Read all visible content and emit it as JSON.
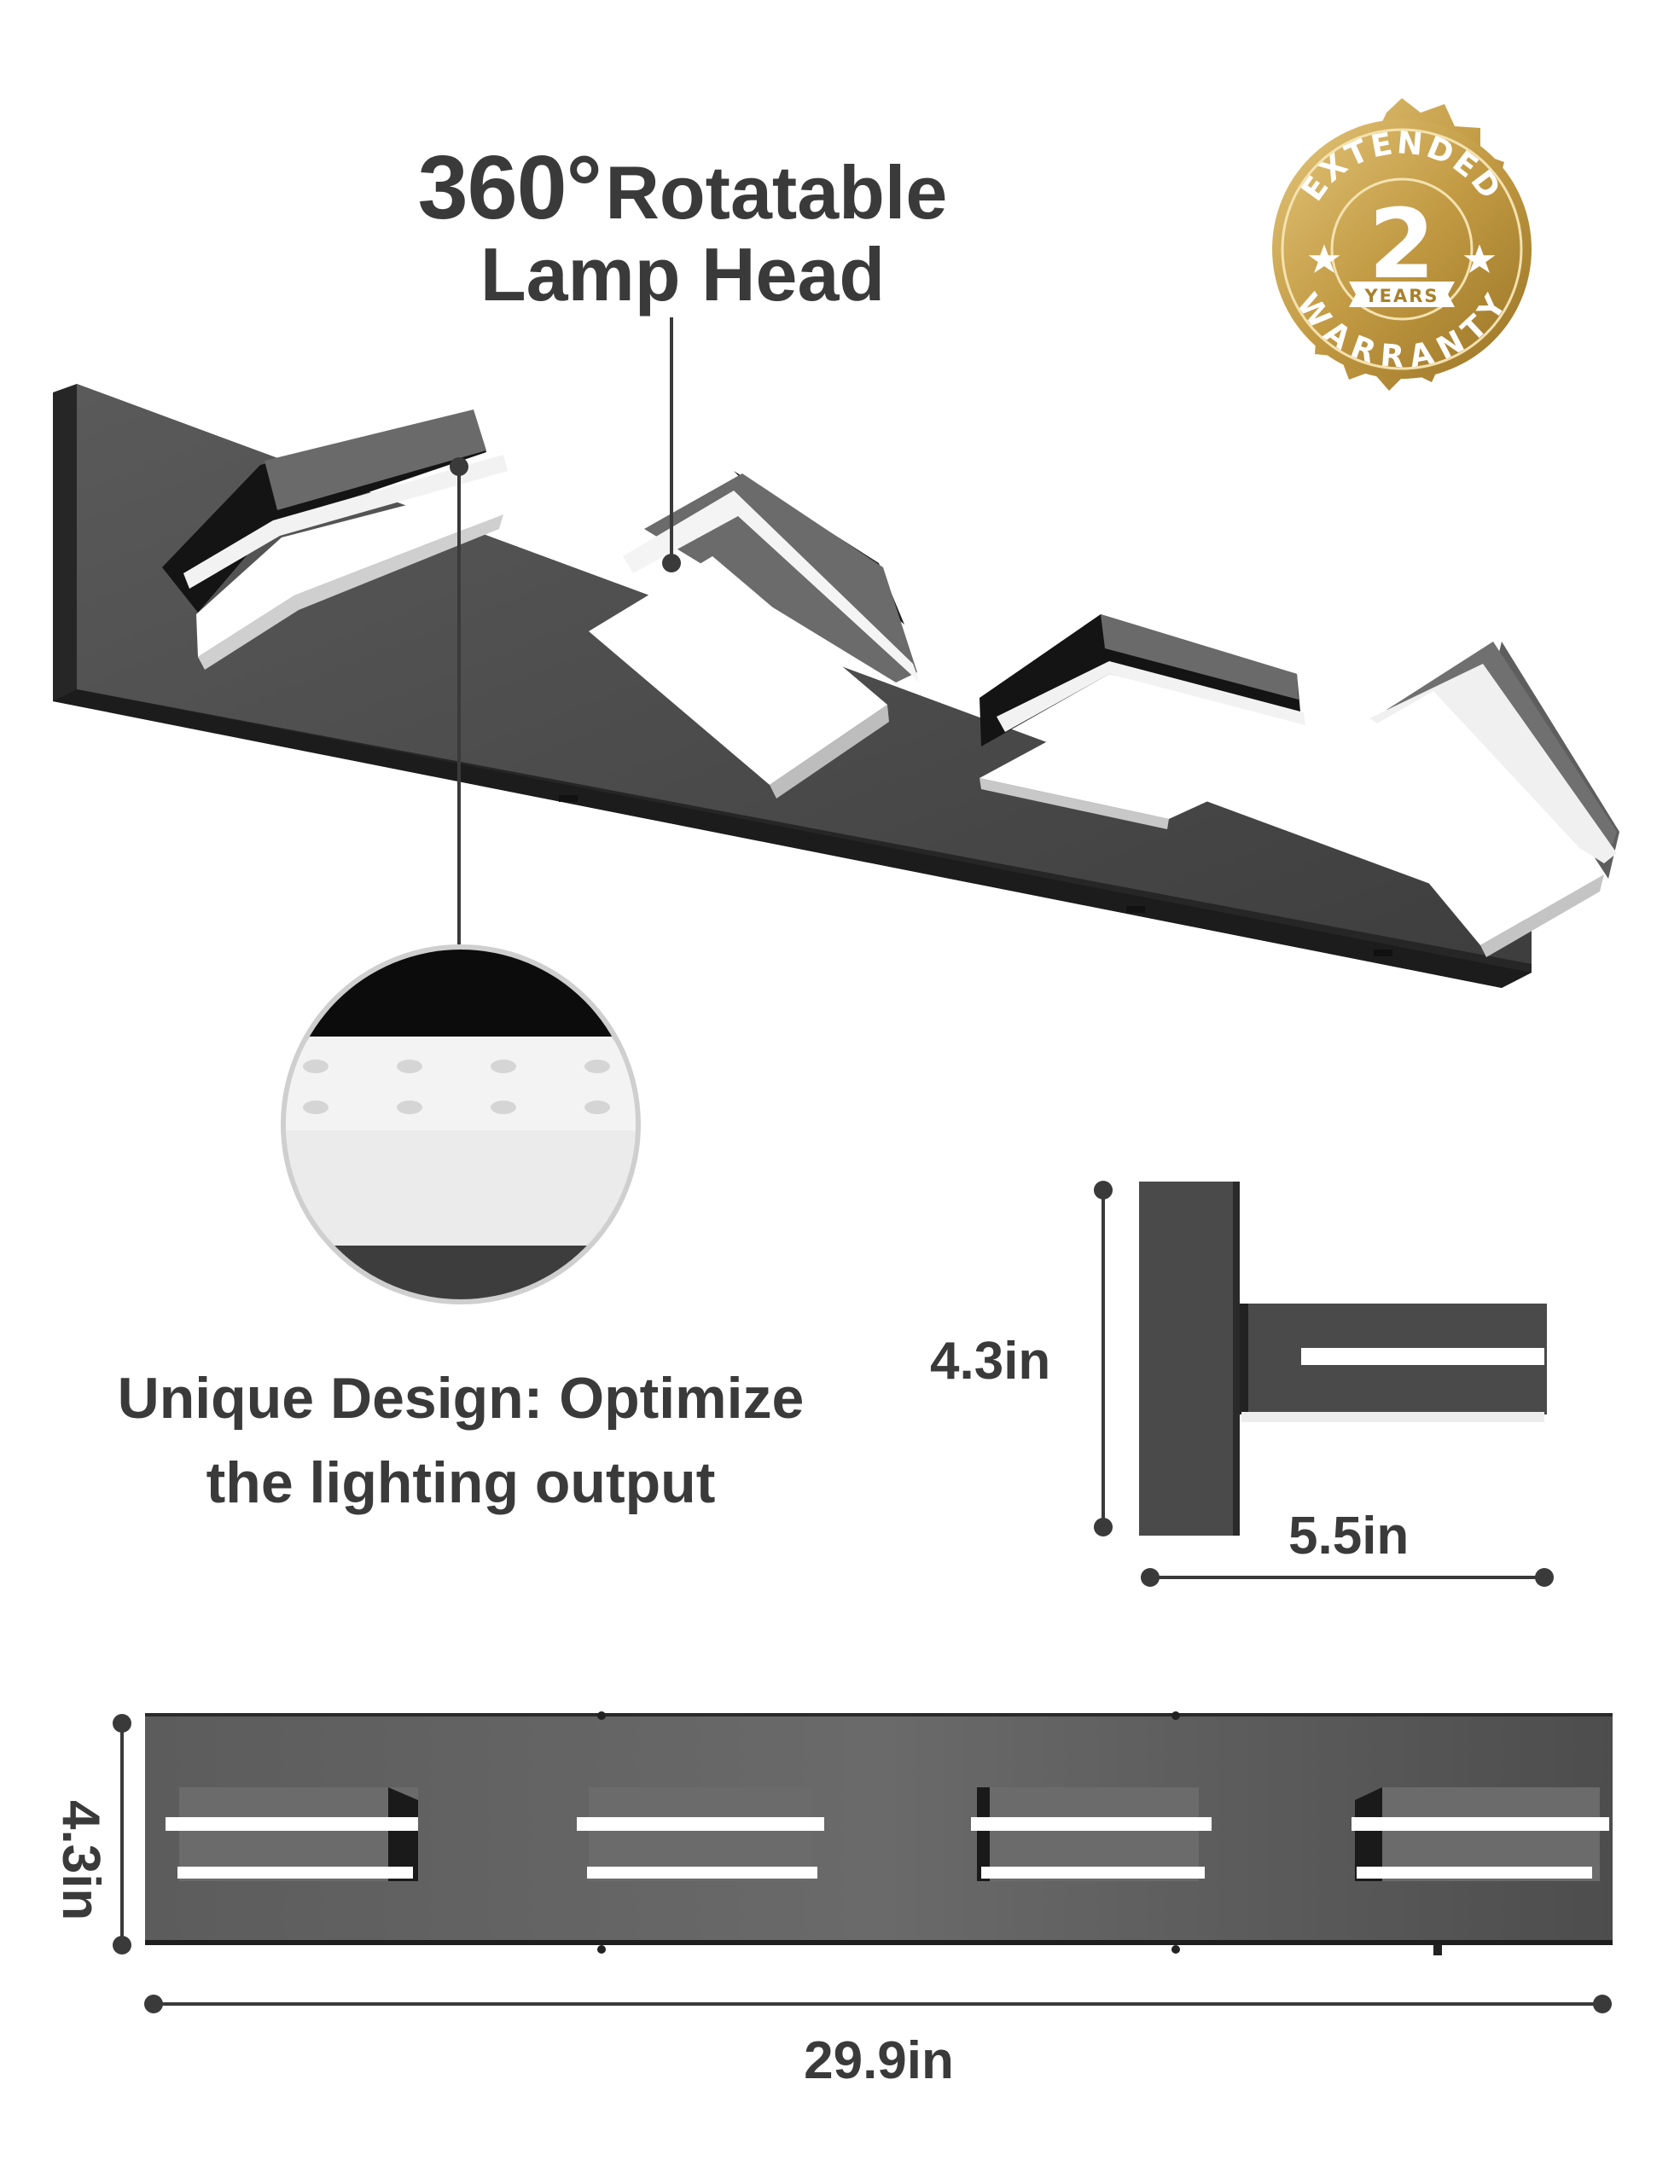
{
  "headline": {
    "number": "360°",
    "text_line1": "Rotatable",
    "text_line2": "Lamp Head"
  },
  "feature_caption": {
    "line1": "Unique Design: Optimize",
    "line2": "the lighting output"
  },
  "warranty_badge": {
    "top_text": "EXTENDED",
    "number": "2",
    "ribbon": "YEARS",
    "bottom_text": "WARRANTY"
  },
  "dimensions": {
    "side_height": "4.3in",
    "side_depth": "5.5in",
    "front_width": "29.9in",
    "front_height": "4.3in"
  },
  "colors": {
    "text": "#3a3a3a",
    "fixture_dark": "#4a4a4a",
    "fixture_black": "#1a1a1a",
    "gold": "#c9a24a",
    "gold_dark": "#a8812c"
  }
}
